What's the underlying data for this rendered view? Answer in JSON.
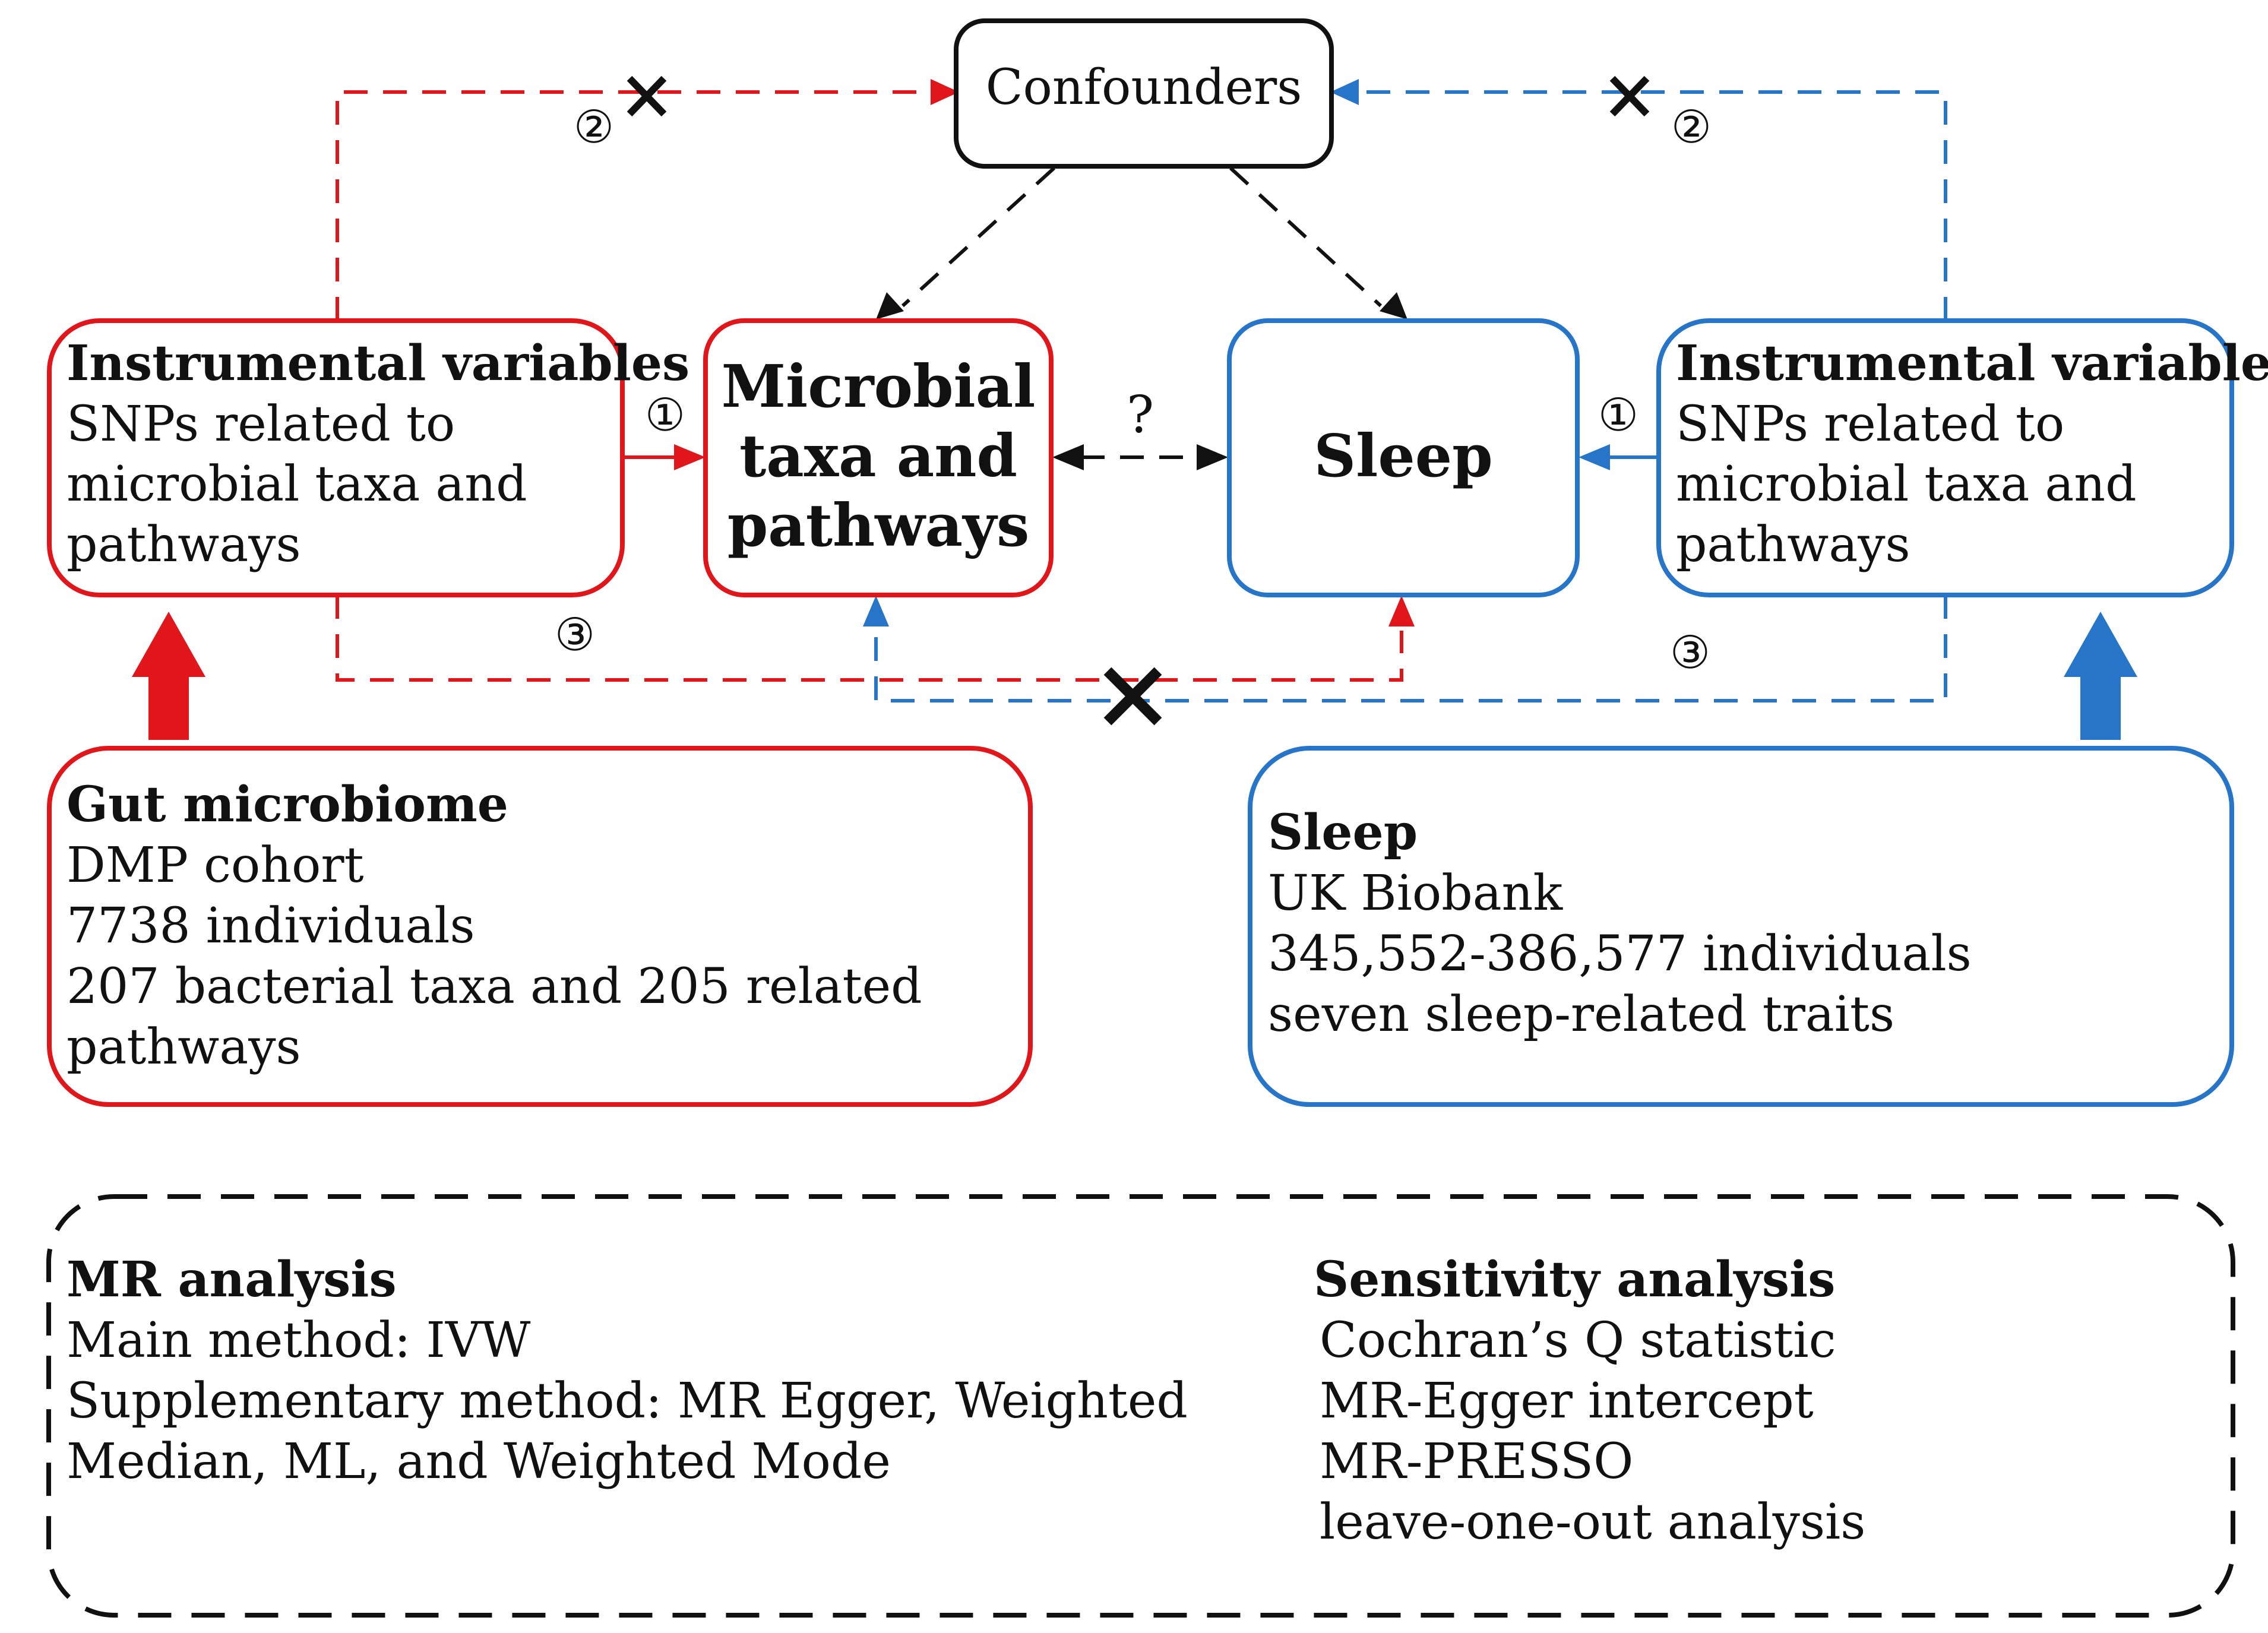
{
  "colors": {
    "red": "#e0161b",
    "blue": "#2775c8",
    "black": "#111111"
  },
  "confounders": {
    "label": "Confounders"
  },
  "iv_left": {
    "title": "Instrumental variables",
    "lines": [
      "SNPs related to",
      "microbial taxa and",
      "pathways"
    ]
  },
  "iv_right": {
    "title": "Instrumental variables",
    "lines": [
      "SNPs related to",
      "microbial taxa and",
      "pathways"
    ]
  },
  "microbial": {
    "lines": [
      "Microbial",
      "taxa and",
      "pathways"
    ]
  },
  "sleep_center": {
    "label": "Sleep"
  },
  "question": "?",
  "assumption_marks": {
    "one_left": "①",
    "one_right": "①",
    "two_left": "②",
    "two_right": "②",
    "three_left": "③",
    "three_right": "③"
  },
  "gut": {
    "title": "Gut microbiome",
    "lines": [
      "DMP cohort",
      "7738 individuals",
      "207 bacterial taxa and 205 related",
      "pathways"
    ]
  },
  "sleep_data": {
    "title": "Sleep",
    "lines": [
      "UK Biobank",
      "345,552-386,577 individuals",
      "seven sleep-related traits"
    ]
  },
  "mr": {
    "title": "MR analysis",
    "lines": [
      "Main method: IVW",
      "Supplementary method: MR Egger, Weighted",
      "Median, ML, and Weighted Mode"
    ]
  },
  "sensitivity": {
    "title": "Sensitivity analysis",
    "lines": [
      "Cochran’s Q statistic",
      "MR-Egger intercept",
      "MR-PRESSO",
      "leave-one-out analysis"
    ]
  }
}
